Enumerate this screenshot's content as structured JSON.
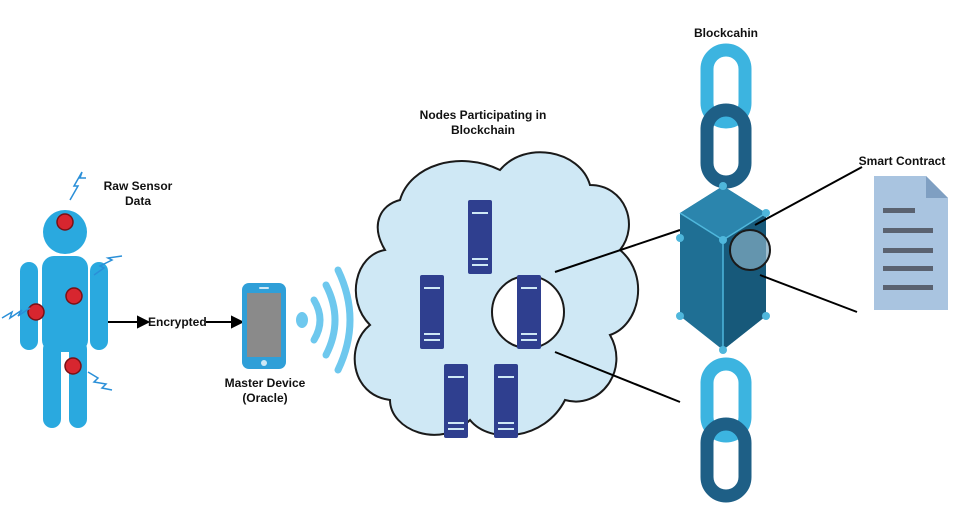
{
  "labels": {
    "raw_sensor_line1": "Raw Sensor",
    "raw_sensor_line2": "Data",
    "encrypted": "Encrypted",
    "master_device_line1": "Master Device",
    "master_device_line2": "(Oracle)",
    "nodes_line1": "Nodes Participating in",
    "nodes_line2": "Blockchain",
    "blockchain": "Blockcahin",
    "smart_contract": "Smart Contract"
  },
  "colors": {
    "person": "#2aa9df",
    "sensor": "#d7262f",
    "cloud": "#cfe8f5",
    "server": "#2f3f8f",
    "phone_body": "#2f9fd8",
    "phone_screen": "#8a8a8a",
    "signal": "#6ec8ee",
    "chain_light": "#3cb4e0",
    "chain_dark": "#1e5f86",
    "cube": "#1f6f94",
    "cube_dots": "#4fb7dc",
    "document": "#a9c4e0",
    "document_lines": "#5a6270"
  },
  "icons": [
    "person-icon",
    "sensor-dot-icon",
    "lightning-icon",
    "smartphone-icon",
    "wifi-signal-icon",
    "cloud-icon",
    "server-icon",
    "chain-link-icon",
    "cube-icon",
    "magnifier-circle-icon",
    "document-icon"
  ]
}
